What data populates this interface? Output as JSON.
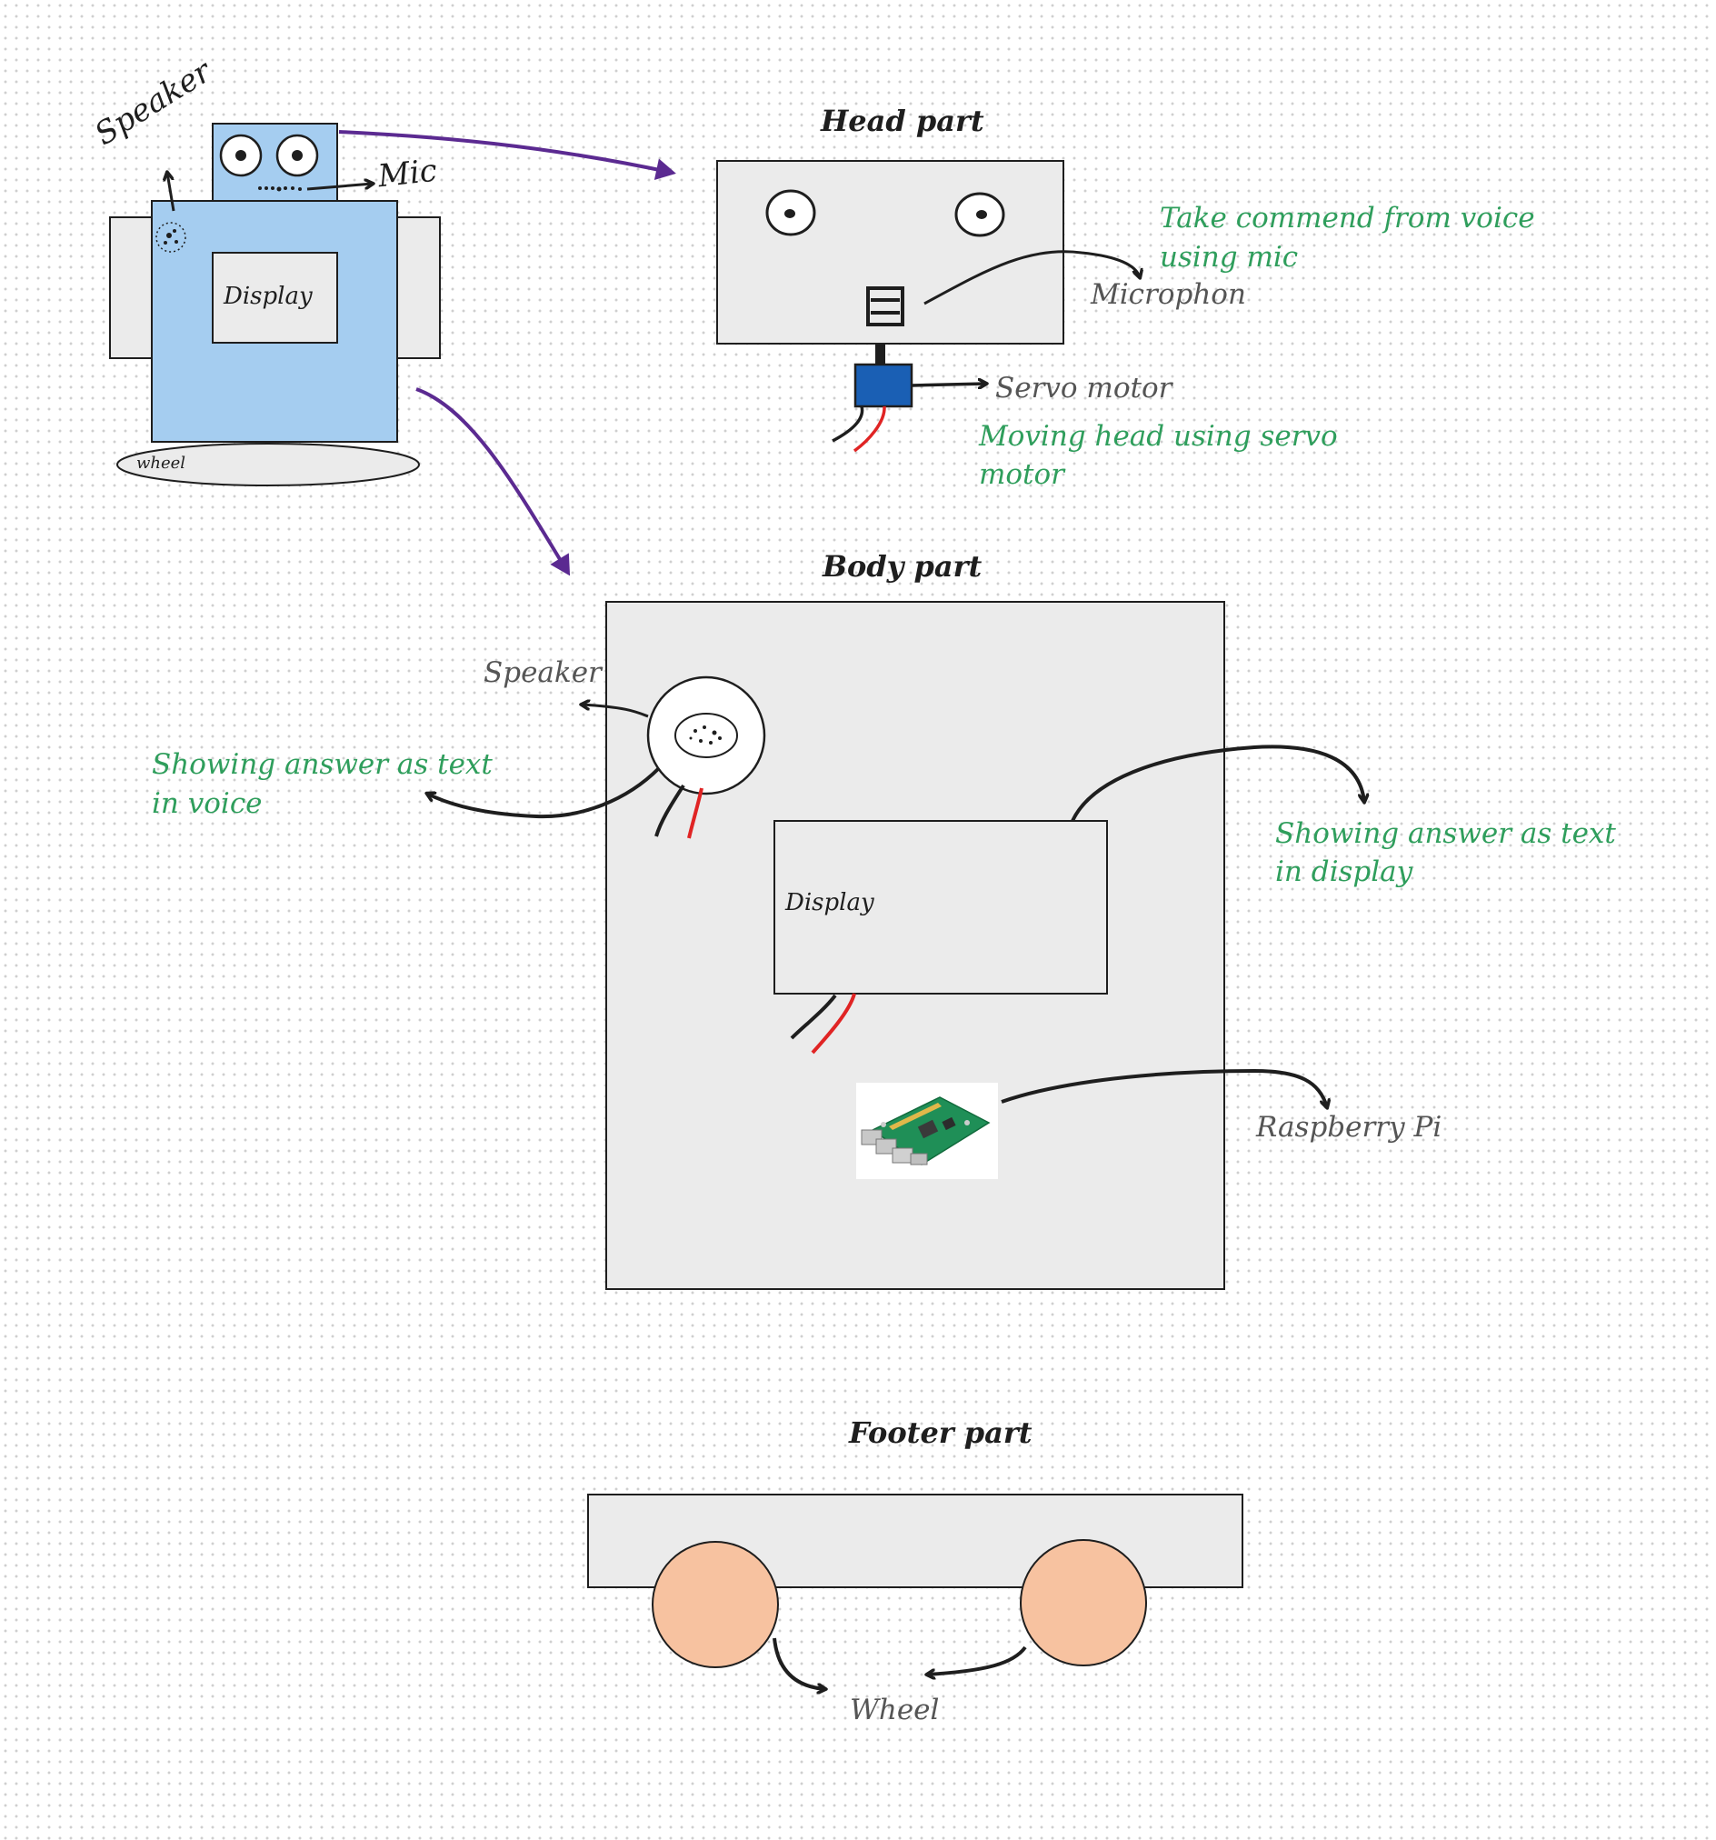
{
  "overview": {
    "speaker_label": "Speaker",
    "mic_label": "Mic",
    "display_label": "Display",
    "wheel_label": "wheel"
  },
  "head": {
    "title": "Head part",
    "microphone_label": "Microphon",
    "microphone_note_line1": "Take commend from voice",
    "microphone_note_line2": "using mic",
    "servo_label": "Servo motor",
    "servo_note_line1": "Moving head using servo",
    "servo_note_line2": "motor"
  },
  "body": {
    "title": "Body part",
    "speaker_label": "Speaker",
    "speaker_note_line1": "Showing answer as text",
    "speaker_note_line2": "in voice",
    "display_label": "Display",
    "display_note_line1": "Showing answer as text",
    "display_note_line2": "in display",
    "raspberry_label": "Raspberry Pi"
  },
  "footer": {
    "title": "Footer part",
    "wheel_label": "Wheel"
  },
  "colors": {
    "robot_blue": "#a5cdf0",
    "box_gray": "#ebebeb",
    "arrow_purple": "#5b2a91",
    "note_green": "#2f9e5c",
    "wheel_peach": "#f7c2a0",
    "servo_blue": "#1a5fb4",
    "wire_red": "#e02424"
  }
}
